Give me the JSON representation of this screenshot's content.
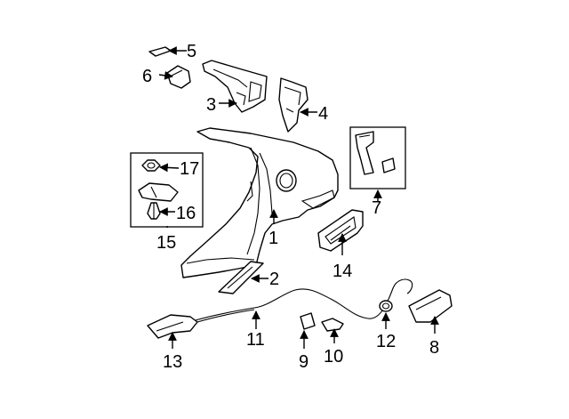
{
  "callouts": {
    "c1": "1",
    "c2": "2",
    "c3": "3",
    "c4": "4",
    "c5": "5",
    "c6": "6",
    "c7": "7",
    "c8": "8",
    "c9": "9",
    "c10": "10",
    "c11": "11",
    "c12": "12",
    "c13": "13",
    "c14": "14",
    "c15": "15",
    "c16": "16",
    "c17": "17"
  },
  "colors": {
    "line": "#000000",
    "background": "#ffffff"
  }
}
